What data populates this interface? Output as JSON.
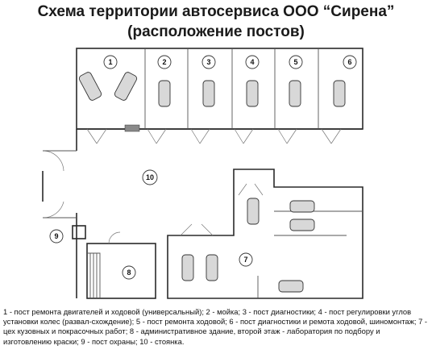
{
  "title": {
    "line1": "Схема территории автосервиса ООО “Сирена”",
    "line2": "(расположение постов)"
  },
  "plan": {
    "labels": [
      "1",
      "2",
      "3",
      "4",
      "5",
      "6",
      "7",
      "8",
      "9",
      "10"
    ]
  },
  "legend": "1 - пост ремонта двигателей и ходовой (универсальный); 2 - мойка; 3 - пост диагностики; 4 - пост регулировки углов установки колес (развал-схождение); 5 - пост ремонта ходовой; 6 - пост  диагностики и ремота ходовой, шиномонтаж; 7 - цех кузовных и покрасочных работ; 8 - административное здание, второй этаж - лаборатория по подбору и изготовлению краски; 9 - пост охраны; 10 - стоянка."
}
